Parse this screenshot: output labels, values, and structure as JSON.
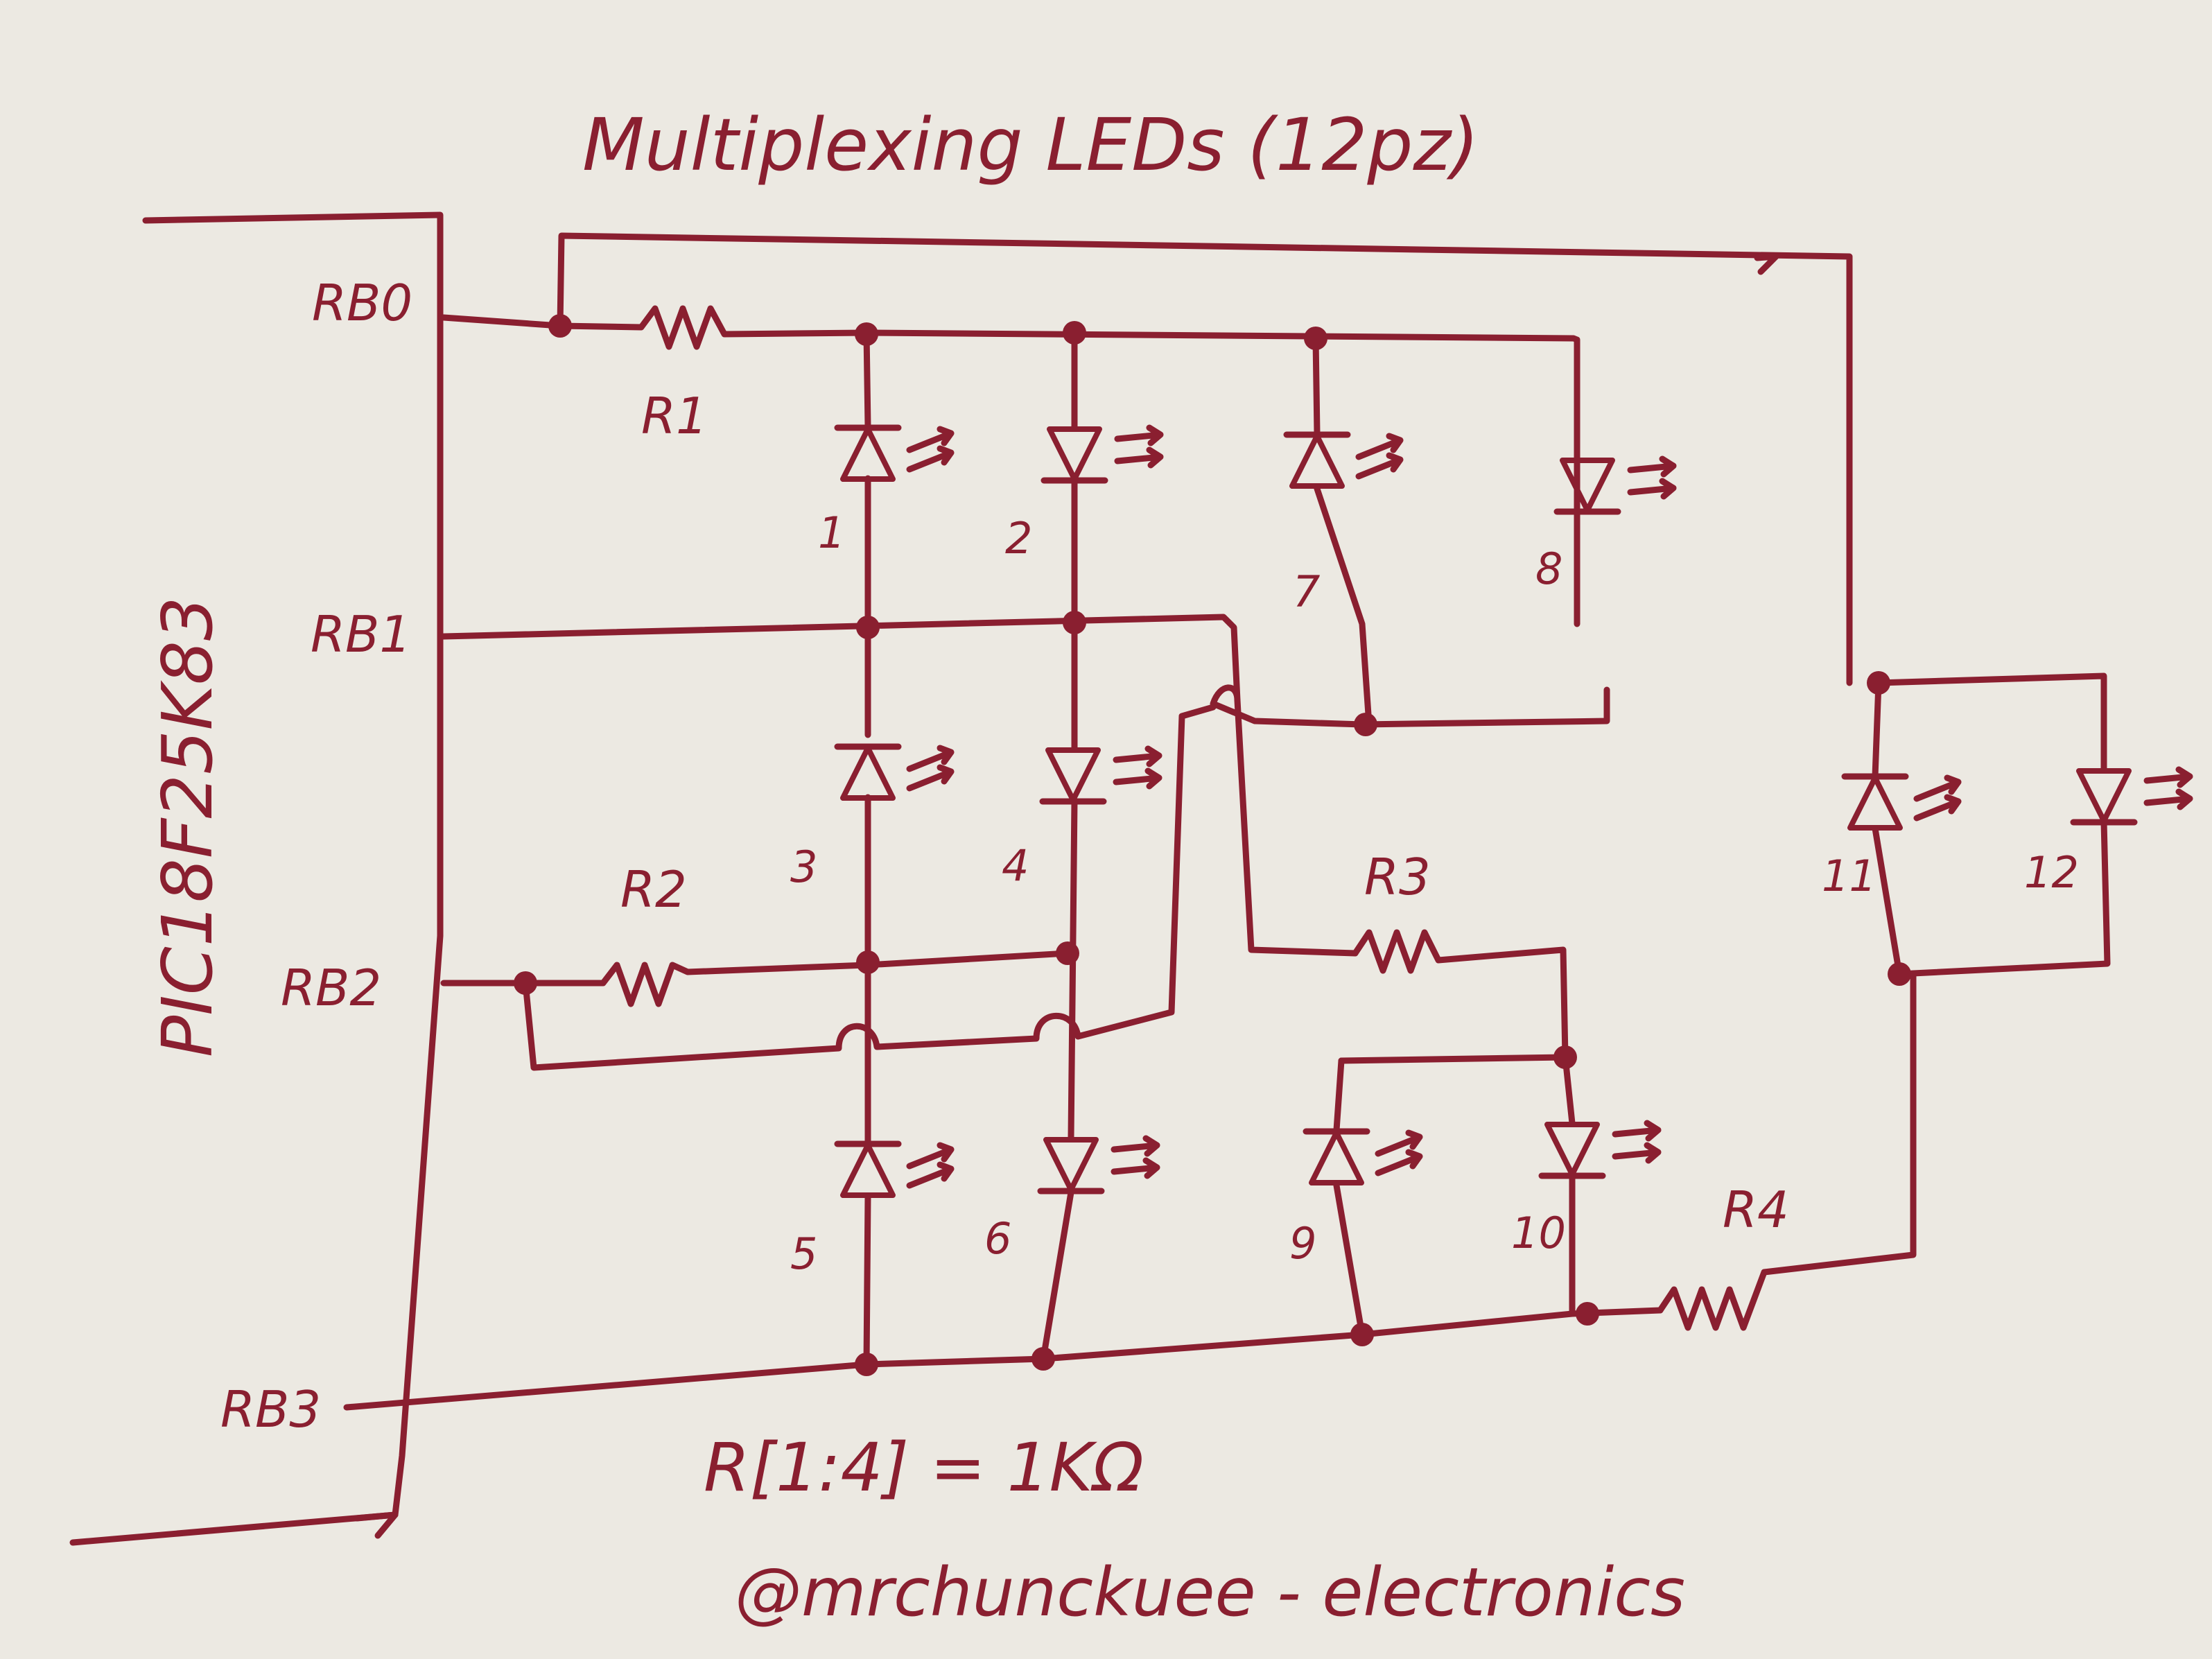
{
  "diagram": {
    "title": "Multiplexing LEDs (12pz)",
    "chip": "PIC18F25K83",
    "pins": [
      "RB0",
      "RB1",
      "RB2",
      "RB3"
    ],
    "resistors": [
      "R1",
      "R2",
      "R3",
      "R4"
    ],
    "leds": [
      "1",
      "2",
      "3",
      "4",
      "5",
      "6",
      "7",
      "8",
      "9",
      "10",
      "11",
      "12"
    ],
    "note": "R[1:4] = 1KΩ",
    "credit": "@mrchunckuee - electronics"
  },
  "colors": {
    "paper": "#ece9e2",
    "ink": "#8a1f30"
  }
}
